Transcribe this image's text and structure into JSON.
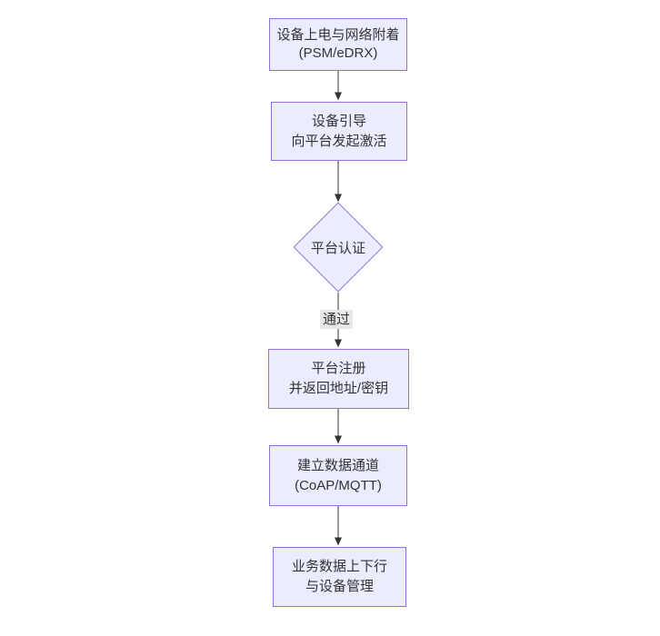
{
  "diagram": {
    "type": "flowchart-top-down",
    "colors": {
      "node_fill": "#ECECFF",
      "node_border": "#9370DB",
      "arrow": "#333333",
      "text": "#333333",
      "edge_label_bg": "#e8e8e8",
      "background": "#ffffff"
    },
    "nodes": [
      {
        "id": "power-on",
        "shape": "rect",
        "lines": [
          "设备上电与网络附着",
          "(PSM/eDRX)"
        ]
      },
      {
        "id": "bootstrap",
        "shape": "rect",
        "lines": [
          "设备引导",
          "向平台发起激活"
        ]
      },
      {
        "id": "platform-auth",
        "shape": "diamond",
        "lines": [
          "平台认证"
        ]
      },
      {
        "id": "register",
        "shape": "rect",
        "lines": [
          "平台注册",
          "并返回地址/密钥"
        ]
      },
      {
        "id": "data-channel",
        "shape": "rect",
        "lines": [
          "建立数据通道",
          "(CoAP/MQTT)"
        ]
      },
      {
        "id": "business-data",
        "shape": "rect",
        "lines": [
          "业务数据上下行",
          "与设备管理"
        ]
      }
    ],
    "edges": [
      {
        "from": "power-on",
        "to": "bootstrap",
        "label": ""
      },
      {
        "from": "bootstrap",
        "to": "platform-auth",
        "label": ""
      },
      {
        "from": "platform-auth",
        "to": "register",
        "label": "通过"
      },
      {
        "from": "register",
        "to": "data-channel",
        "label": ""
      },
      {
        "from": "data-channel",
        "to": "business-data",
        "label": ""
      }
    ]
  }
}
